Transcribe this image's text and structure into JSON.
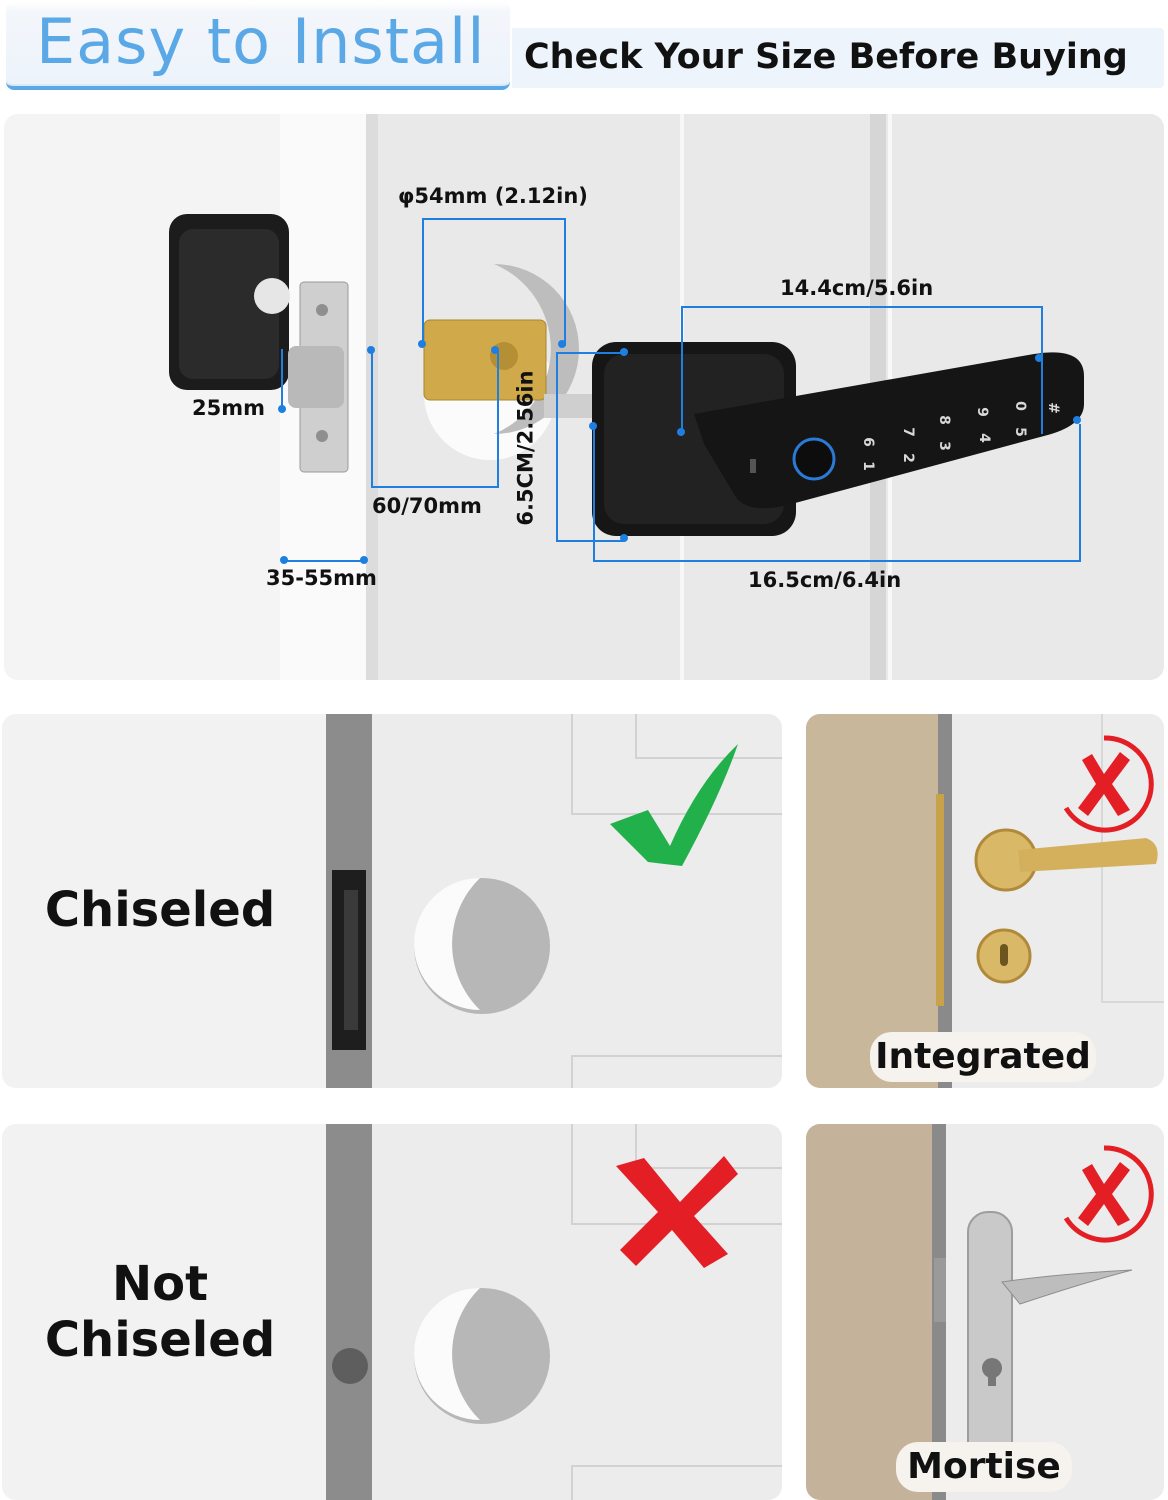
{
  "header": {
    "title": "Easy to Install",
    "subtitle": "Check Your Size Before Buying"
  },
  "dimensions": {
    "latch_width": "25mm",
    "hole_diameter": "φ54mm (2.12in)",
    "backset": "60/70mm",
    "door_thickness": "35-55mm",
    "rose_height": "6.5CM/2.56in",
    "lever_length": "14.4cm/5.6in",
    "total_length": "16.5cm/6.4in"
  },
  "keypad_digits": [
    "9",
    "0",
    "#",
    "7",
    "8",
    "6",
    "4",
    "5",
    "1",
    "2",
    "3"
  ],
  "colors": {
    "accent_blue": "#1f7fe0",
    "title_blue": "#5aa9e6",
    "check_green": "#22b04b",
    "cross_red": "#e31e24"
  },
  "panels": {
    "chiseled": {
      "label": "Chiseled",
      "mark": "check-icon"
    },
    "not_chiseled": {
      "label": "Not Chiseled",
      "mark": "cross-icon"
    },
    "integrated": {
      "label": "Integrated",
      "mark": "circle-cross-icon"
    },
    "mortise": {
      "label": "Mortise",
      "mark": "circle-cross-icon"
    }
  }
}
